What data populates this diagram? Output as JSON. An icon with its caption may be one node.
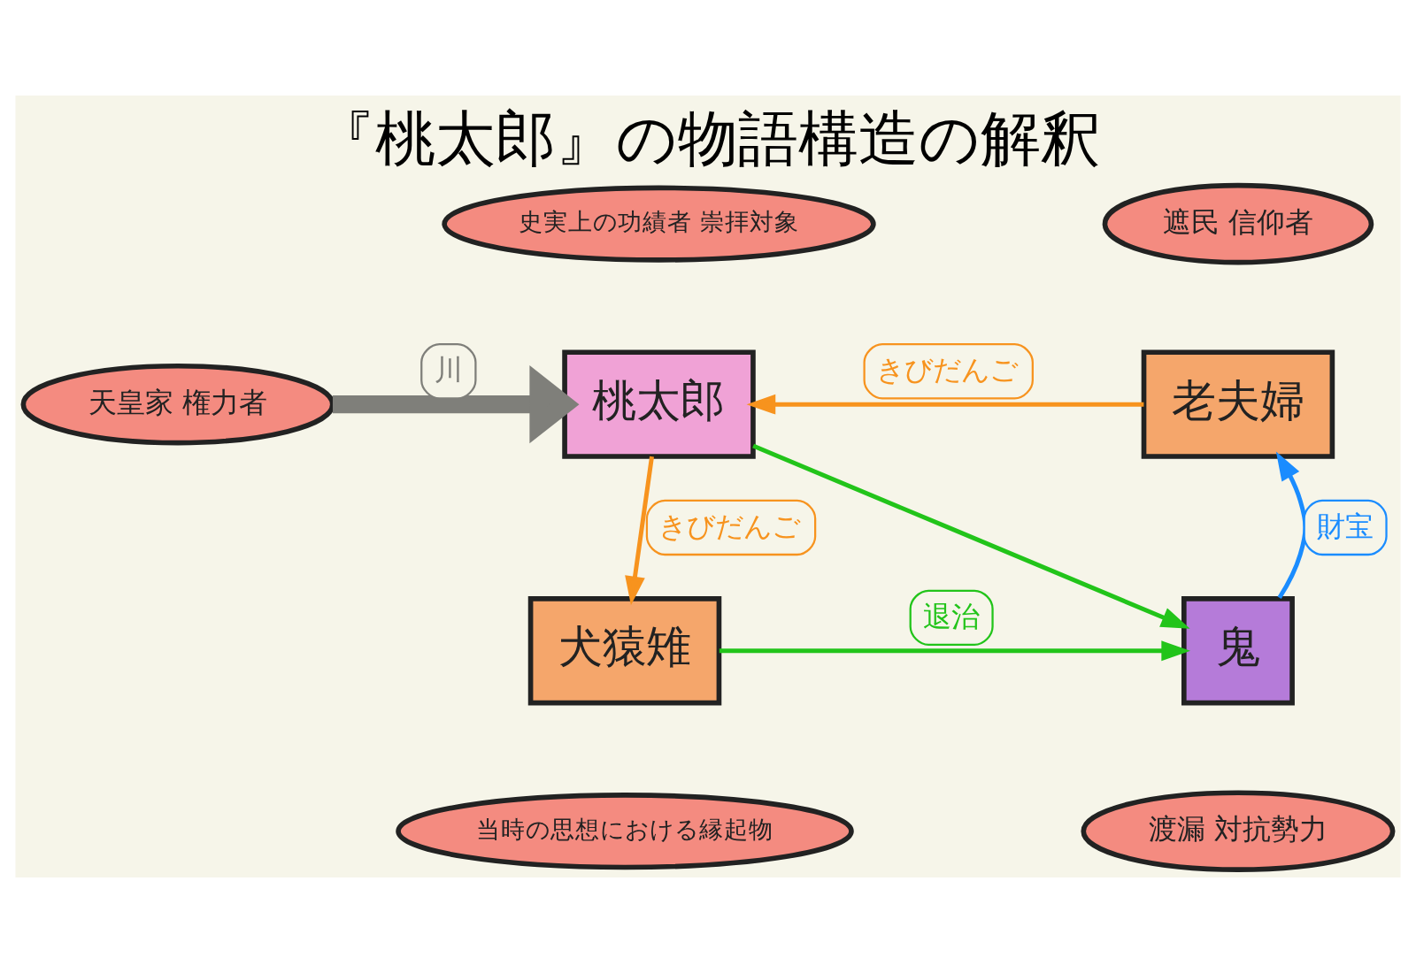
{
  "diagram": {
    "title": "『桃太郎』の物語構造の解釈",
    "nodes": [
      {
        "text": [
          "史実上の功績者 崇拝対象"
        ]
      },
      {
        "text": [
          "遮民 信仰者"
        ]
      },
      {
        "text": [
          "天皇家 権力者"
        ]
      },
      {
        "text": [
          "桃太郎"
        ]
      },
      {
        "text": [
          "老夫婦"
        ]
      },
      {
        "text": [
          "犬猿雉"
        ]
      },
      {
        "text": [
          "鬼"
        ]
      },
      {
        "text": [
          "当時の思想における縁起物"
        ]
      },
      {
        "text": [
          "渡漏 対抗勢力"
        ]
      }
    ],
    "edges": [
      {
        "from": 2,
        "to": 3,
        "arrow": "to",
        "label": "川",
        "style": "thick",
        "color": "#7f7f7a"
      },
      {
        "from": 4,
        "to": 3,
        "arrow": "to",
        "label": "きびだんご",
        "color": "#f7931e"
      },
      {
        "from": 3,
        "to": 5,
        "arrow": "to",
        "label": "きびだんご",
        "color": "#f7931e"
      },
      {
        "from": 3,
        "to": 6,
        "arrow": "to",
        "color": "#22c41a"
      },
      {
        "from": 5,
        "to": 6,
        "arrow": "to",
        "label": "退治",
        "color": "#22c41a"
      },
      {
        "from": 6,
        "to": 4,
        "arrow": "to",
        "label": "財宝",
        "color": "#1a8cff"
      }
    ]
  }
}
